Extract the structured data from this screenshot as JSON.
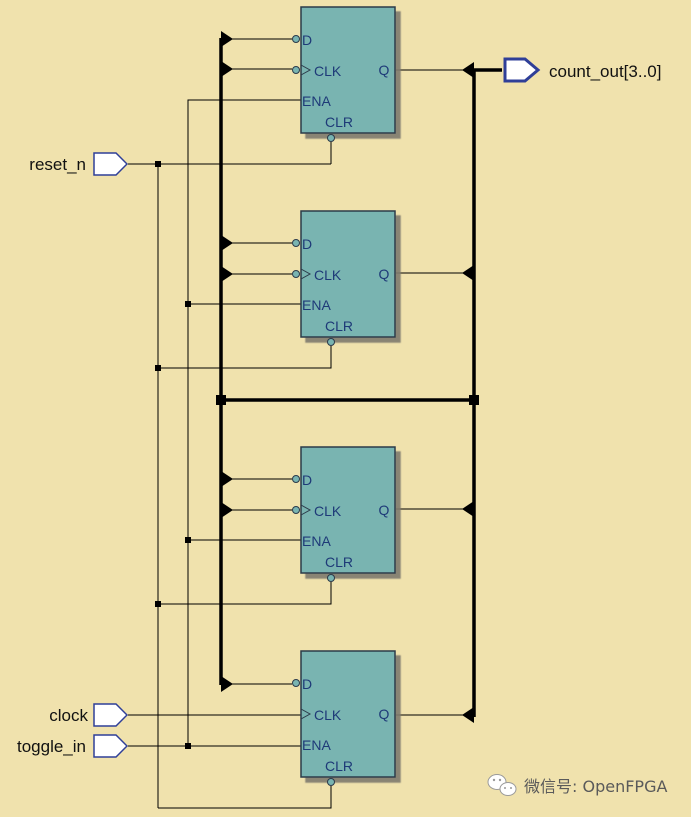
{
  "colors": {
    "background": "#f0e2ad",
    "ff_fill": "#79b4b1",
    "ff_border": "#2b3a4a",
    "ff_shadow": "#7e7a6e",
    "wire": "#000000",
    "port_outline": "#2f3f98",
    "pin_text": "#1e3a78",
    "label_text": "#111111"
  },
  "inputs": [
    {
      "name": "reset-n-port",
      "label": "reset_n"
    },
    {
      "name": "clock-port",
      "label": "clock"
    },
    {
      "name": "toggle-in-port",
      "label": "toggle_in"
    }
  ],
  "output": {
    "name": "count-out-port",
    "label": "count_out[3..0]"
  },
  "flip_flops": [
    {
      "name": "flip-flop-1",
      "pins": {
        "d": "D",
        "clk": "CLK",
        "ena": "ENA",
        "q": "Q",
        "clr": "CLR"
      }
    },
    {
      "name": "flip-flop-2",
      "pins": {
        "d": "D",
        "clk": "CLK",
        "ena": "ENA",
        "q": "Q",
        "clr": "CLR"
      }
    },
    {
      "name": "flip-flop-3",
      "pins": {
        "d": "D",
        "clk": "CLK",
        "ena": "ENA",
        "q": "Q",
        "clr": "CLR"
      }
    },
    {
      "name": "flip-flop-4",
      "pins": {
        "d": "D",
        "clk": "CLK",
        "ena": "ENA",
        "q": "Q",
        "clr": "CLR"
      }
    }
  ],
  "watermark": {
    "icon": "wechat-icon",
    "text": "微信号: OpenFPGA"
  }
}
